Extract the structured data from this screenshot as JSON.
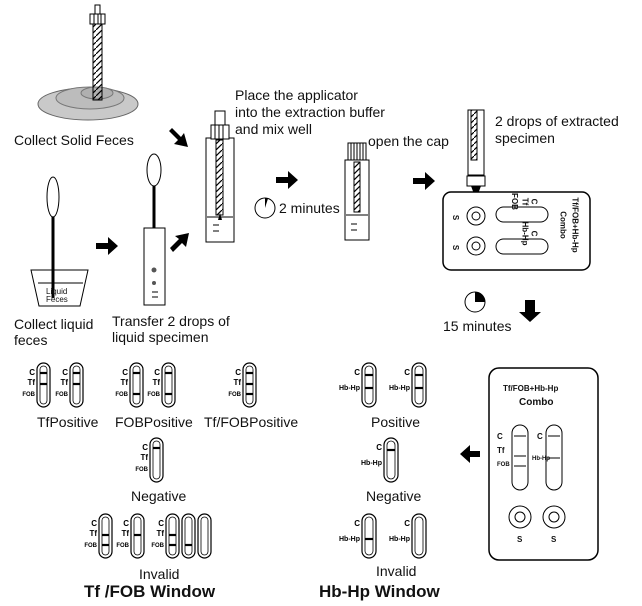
{
  "steps": {
    "collect_solid": "Collect Solid Feces",
    "collect_liquid_l1": "Collect liquid",
    "collect_liquid_l2": "feces",
    "liquid_cup_l1": "Liquid",
    "liquid_cup_l2": "Feces",
    "transfer_l1": "Transfer 2 drops of",
    "transfer_l2": "liquid specimen",
    "place_l1": "Place the applicator",
    "place_l2": "into the extraction buffer",
    "place_l3": "and mix well",
    "wait1": "2 minutes",
    "open_cap": "open the cap",
    "drops_l1": "2 drops of extracted",
    "drops_l2": "specimen",
    "wait2": "15 minutes"
  },
  "cassette": {
    "name_line1": "Tf/FOB+Hb-Hp",
    "name_line2": "Combo",
    "well_label": "S",
    "c": "C",
    "tf": "Tf",
    "fob": "FOB",
    "hbhp": "Hb-Hp"
  },
  "tf_fob_window": {
    "title": "Tf /FOB Window",
    "positive_tf": "TfPositive",
    "positive_fob": "FOBPositive",
    "positive_both": "Tf/FOBPositive",
    "negative": "Negative",
    "invalid": "Invalid",
    "c": "C",
    "tf": "Tf",
    "fob": "FOB"
  },
  "hb_hp_window": {
    "title": "Hb-Hp Window",
    "positive": "Positive",
    "negative": "Negative",
    "invalid": "Invalid",
    "c": "C",
    "hbhp": "Hb-Hp"
  }
}
